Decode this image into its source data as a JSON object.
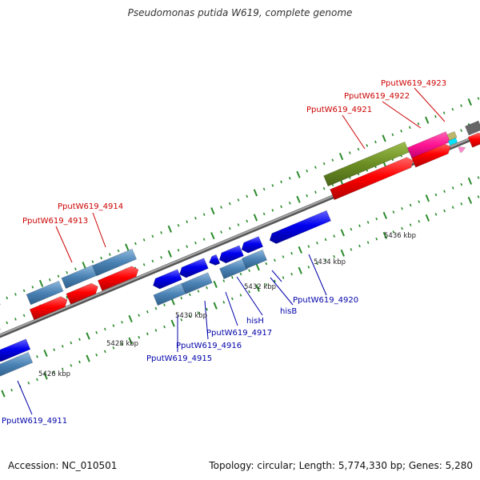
{
  "title": "Pseudomonas putida W619, complete genome",
  "footer": {
    "accession": "Accession: NC_010501",
    "summary": "Topology: circular; Length: 5,774,330 bp; Genes: 5,280"
  },
  "ruler_labels": [
    "5426 kbp",
    "5428 kbp",
    "5430 kbp",
    "5432 kbp",
    "5434 kbp",
    "5436 kbp"
  ],
  "gene_labels_forward": [
    "PputW619_4913",
    "PputW619_4914",
    "PputW619_4921",
    "PputW619_4922",
    "PputW619_4923"
  ],
  "gene_labels_reverse": [
    "PputW619_4911",
    "PputW619_4915",
    "PputW619_4916",
    "PputW619_4917",
    "hisH",
    "hisB",
    "PputW619_4920"
  ],
  "colors": {
    "backbone": "#8c8c8c",
    "tick": "#2a8a2a",
    "forward_label": "#cc0000",
    "reverse_label": "#0000aa",
    "cds": "#ff0000",
    "cds_reverse": "#0000ee",
    "gene_steelblue": "#4a82b4",
    "gene_olive": "#6b8e23",
    "gene_magenta": "#ff1493",
    "gene_khaki": "#bdb76b",
    "gene_cyan": "#00e5ff",
    "gene_pink": "#ff88cc",
    "gene_grey": "#666666"
  }
}
